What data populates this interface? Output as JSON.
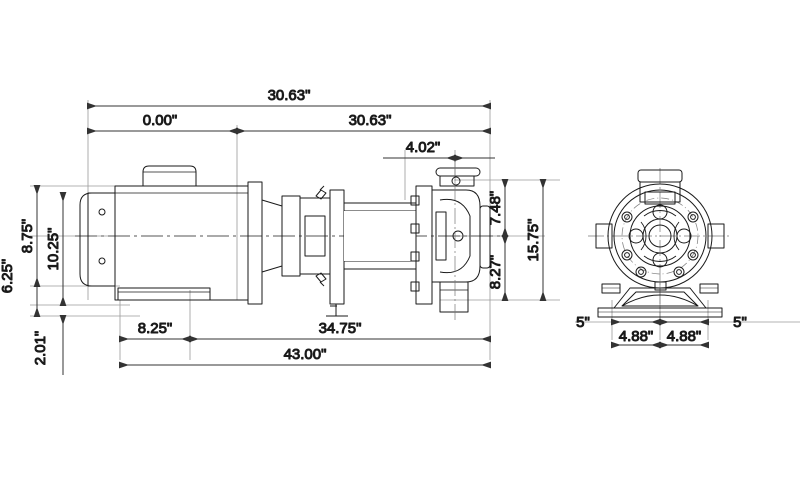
{
  "drawing": {
    "type": "engineering-dimensional-drawing",
    "subject": "close-coupled centrifugal pump with electric motor",
    "units": "inches",
    "background_color": "#ffffff",
    "line_color": "#1a1a1a",
    "dim_line_color": "#5a5a5a",
    "views": [
      {
        "name": "side-elevation",
        "position": "left"
      },
      {
        "name": "end-elevation",
        "position": "right"
      }
    ]
  },
  "dimensions": {
    "top_overall": "30.63\"",
    "top_left_segment": "0.00\"",
    "top_right_segment": "30.63\"",
    "discharge_offset": "4.02\"",
    "left_motor_height": "8.75\"",
    "left_shaft_height": "6.25\"",
    "left_frame_height": "10.25\"",
    "base_thickness": "2.01\"",
    "bottom_left_segment": "8.25\"",
    "bottom_right_segment": "34.75\"",
    "bottom_overall": "43.00\"",
    "right_upper_height": "7.48\"",
    "right_lower_height": "8.27\"",
    "right_overall_height": "15.75\"",
    "end_foot_left": "4.88\"",
    "end_foot_right": "4.88\"",
    "end_margin_left": "5\"",
    "end_margin_right": "5\""
  }
}
